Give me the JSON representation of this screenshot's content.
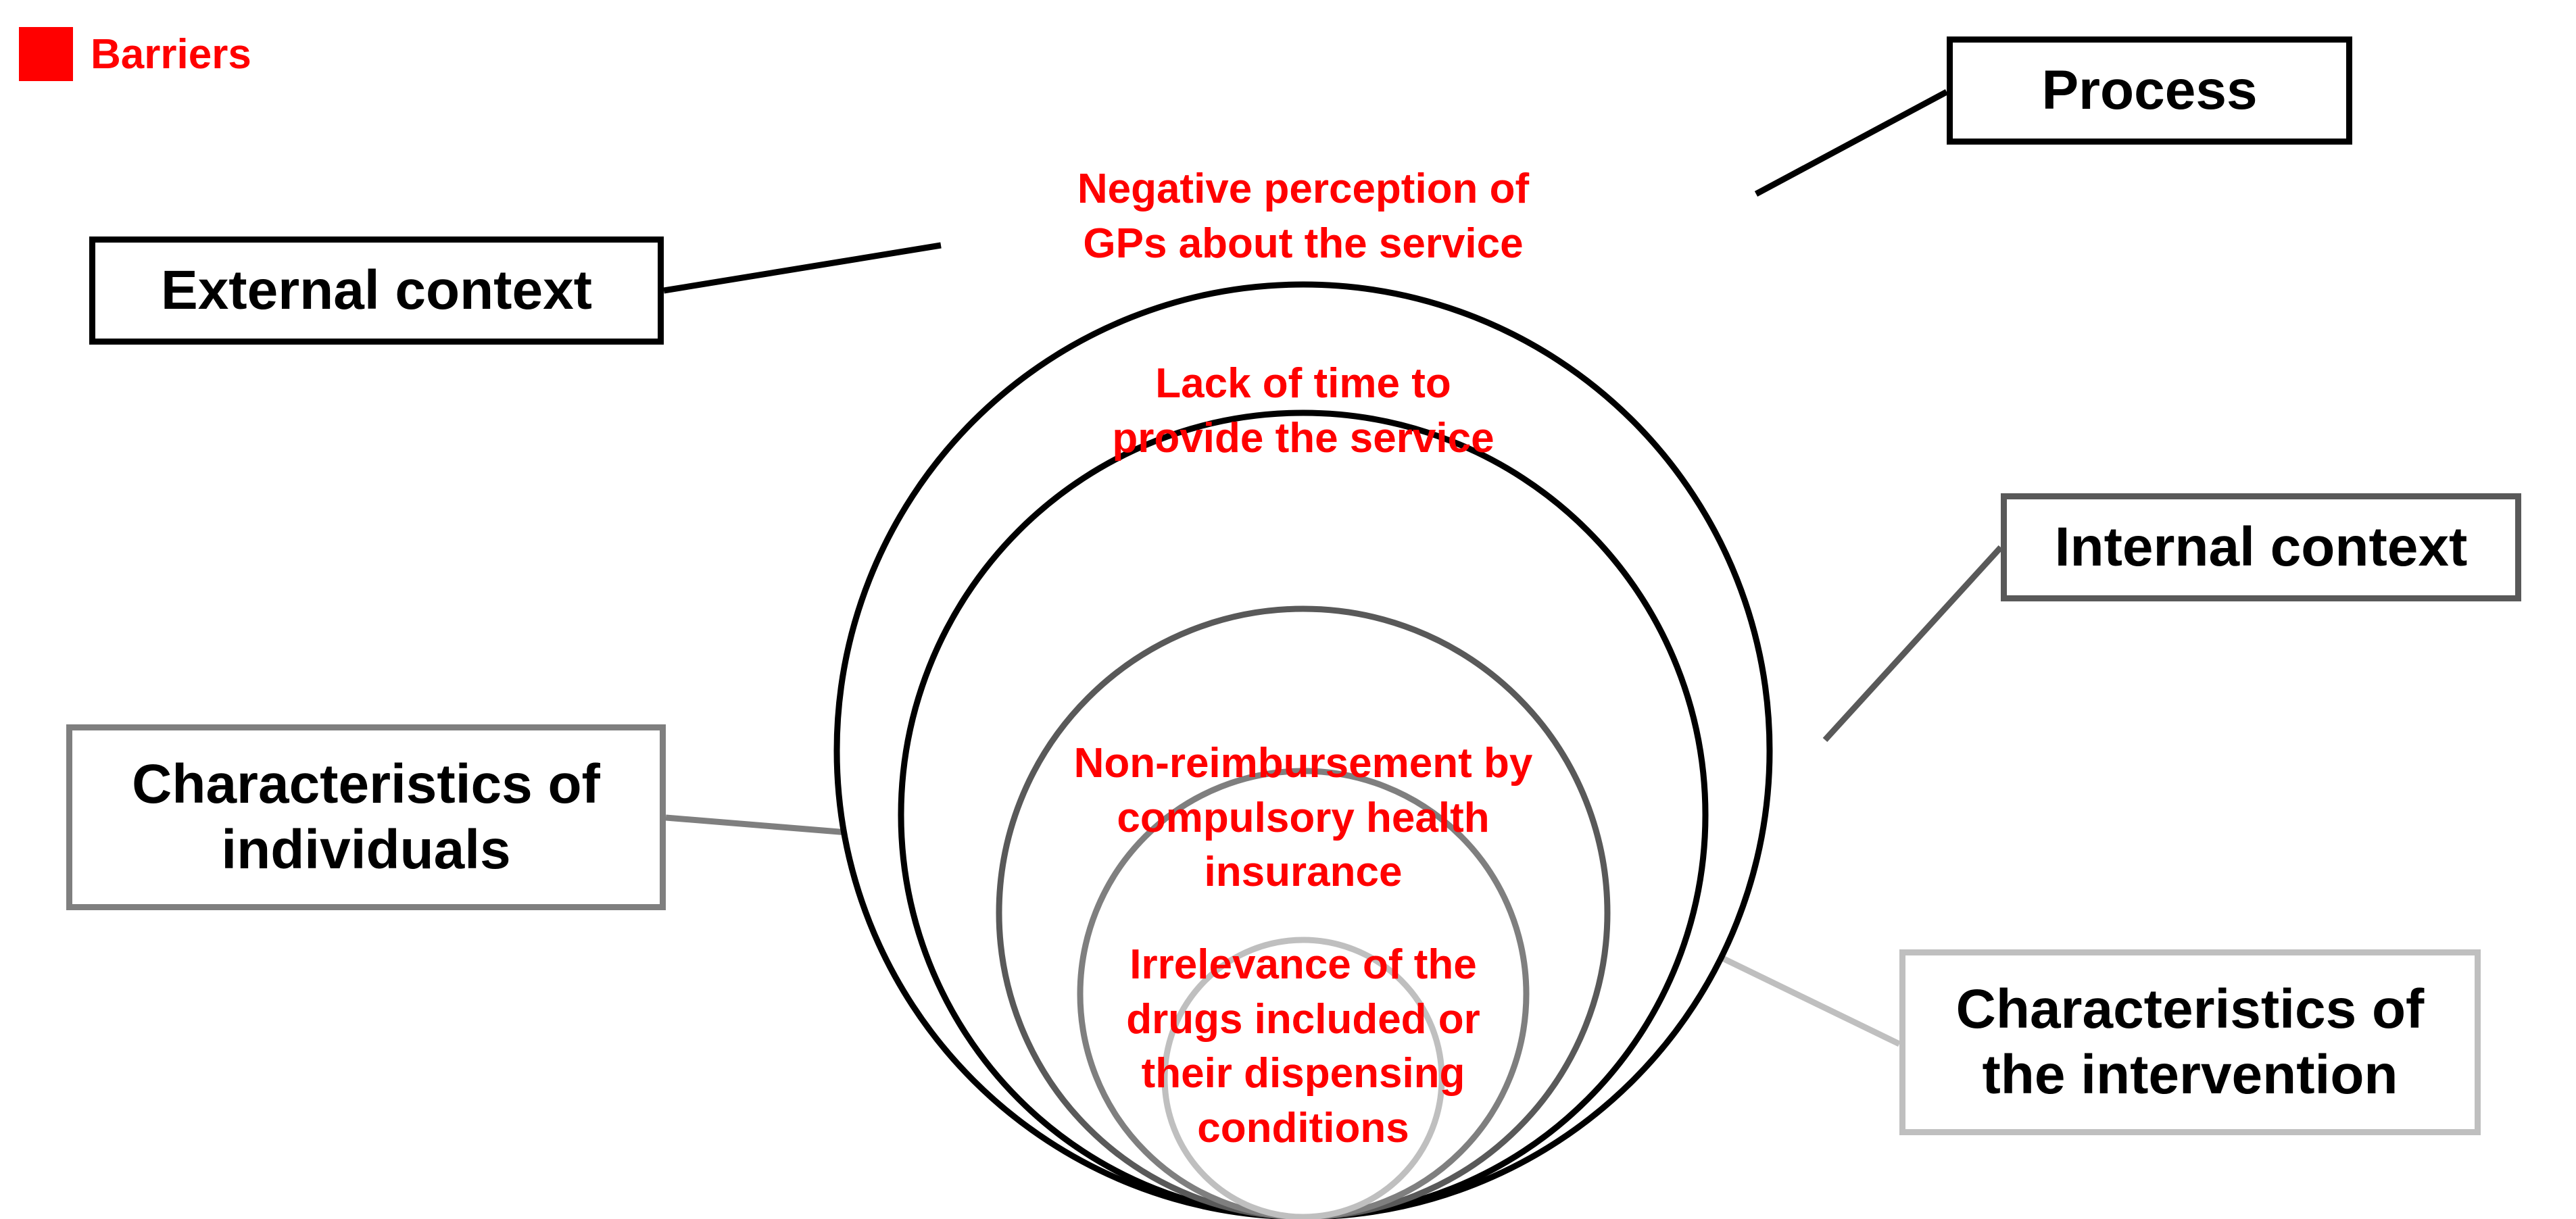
{
  "legend": {
    "label": "Barriers",
    "color": "#ff0000"
  },
  "contexts": {
    "process": "Process",
    "external": "External context",
    "internal": "Internal context",
    "individuals": "Characteristics of individuals",
    "intervention": "Characteristics of the intervention"
  },
  "barriers": {
    "negative_perception": "Negative perception of GPs about the service",
    "lack_of_time": "Lack of time to provide the service",
    "non_reimbursement": "Non-reimbursement by compulsory health insurance",
    "irrelevance": "Irrelevance of the drugs included or their dispensing conditions"
  },
  "colors": {
    "process": "#000000",
    "external": "#000000",
    "internal": "#595959",
    "individuals": "#7f7f7f",
    "intervention": "#bfbfbf",
    "barrier_text": "#ff0000"
  }
}
